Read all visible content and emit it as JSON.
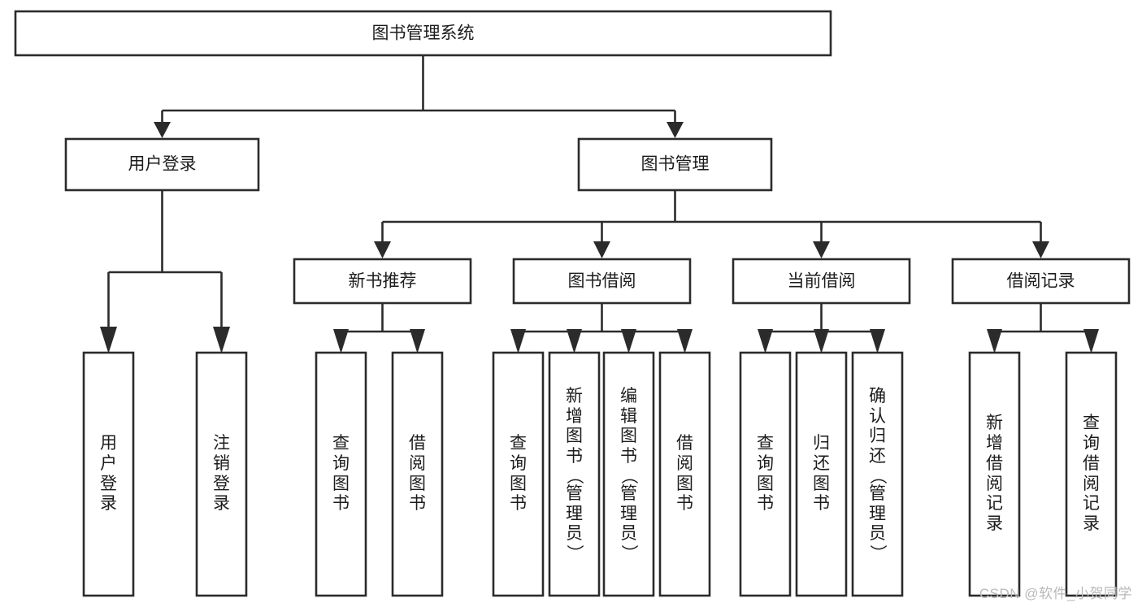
{
  "diagram": {
    "title": "图书管理系统",
    "type": "tree-hierarchy",
    "background_color": "#ffffff",
    "line_color": "#2b2b2b",
    "text_color": "#1c1c1c"
  },
  "nodes": {
    "root": {
      "label": "图书管理系统",
      "level": 0
    },
    "level1": [
      {
        "id": "user-login",
        "label": "用户登录"
      },
      {
        "id": "book-manage",
        "label": "图书管理"
      }
    ],
    "level2": [
      {
        "id": "new-book-recommend",
        "label": "新书推荐",
        "parent": "book-manage"
      },
      {
        "id": "book-borrow",
        "label": "图书借阅",
        "parent": "book-manage"
      },
      {
        "id": "current-borrow",
        "label": "当前借阅",
        "parent": "book-manage"
      },
      {
        "id": "borrow-record",
        "label": "借阅记录",
        "parent": "book-manage"
      }
    ],
    "leaves": [
      {
        "id": "leaf-user-login",
        "label": "用户登录",
        "parent": "user-login"
      },
      {
        "id": "leaf-logout-login",
        "label": "注销登录",
        "parent": "user-login"
      },
      {
        "id": "leaf-query-book-1",
        "label": "查询图书",
        "parent": "new-book-recommend"
      },
      {
        "id": "leaf-borrow-book-1",
        "label": "借阅图书",
        "parent": "new-book-recommend"
      },
      {
        "id": "leaf-query-book-2",
        "label": "查询图书",
        "parent": "book-borrow"
      },
      {
        "id": "leaf-add-book",
        "label": "新增图书（管理员）",
        "parent": "book-borrow"
      },
      {
        "id": "leaf-edit-book",
        "label": "编辑图书（管理员）",
        "parent": "book-borrow"
      },
      {
        "id": "leaf-borrow-book-2",
        "label": "借阅图书",
        "parent": "book-borrow"
      },
      {
        "id": "leaf-query-book-3",
        "label": "查询图书",
        "parent": "current-borrow"
      },
      {
        "id": "leaf-return-book",
        "label": "归还图书",
        "parent": "current-borrow"
      },
      {
        "id": "leaf-confirm-return",
        "label": "确认归还（管理员）",
        "parent": "current-borrow"
      },
      {
        "id": "leaf-add-record",
        "label": "新增借阅记录",
        "parent": "borrow-record"
      },
      {
        "id": "leaf-query-record",
        "label": "查询借阅记录",
        "parent": "borrow-record"
      }
    ]
  },
  "watermark": {
    "text": "CSDN @软件_小贺同学"
  }
}
